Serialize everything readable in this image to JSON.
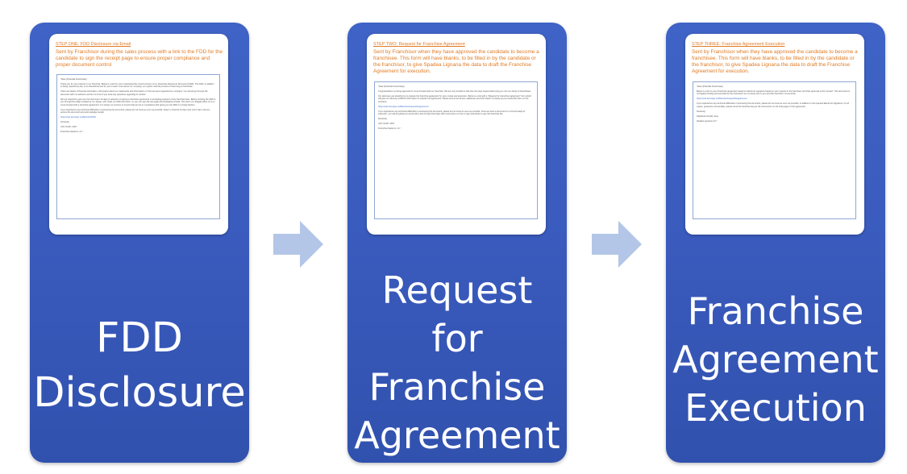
{
  "steps": [
    {
      "doc": {
        "heading": "STEP ONE: FDD Disclosure via Email",
        "description": "Sent by Franchisor during the sales process with a link to the FDD for the candidate to sign the receipt page to ensure proper compliance and proper document control",
        "email_lines": [
          "\"Dear [Potential Franchisee],",
          "Thank you for your interest in our franchise. Below is a link for you to download the current version of our Franchise Disclosure Document (FDD). The FDD, in addition to being required by law, is an educational tool for you to learn more about our company, our system and the process of becoming a franchisee.",
          "There are tables of financial information, information about our trademarks and information on how we have organized our company. You should go through the document with our advisors and let me know if you have any questions regarding its content.",
          "We are required to give you this document 14 days in advance of signing a franchise agreement or accepting payment of any franchise fees. Before sending the FDD to you through DocuSign created by our lawyer, who holds our FDD document, so you can sign the last page acknowledging receipt. This does not obligate either of us to move forward with a franchise agreement; it is simply our process to ensure that we are in compliance with giving you the FDD in a timely fashion.",
          "If you experience any technical difficulties in accessing the document, please let me know as soon as possible. Keep in mind the 14 day clock won't start until you access the document and acknowledge receipt.",
          "https://na2.docusign.net/Member/FDD",
          "Sincerely,",
          "John Smith, CEO",
          "Franchise Systems, Inc.\""
        ]
      },
      "label_lines": [
        "FDD",
        "Disclosure"
      ]
    },
    {
      "doc": {
        "heading": "STEP TWO: Request for Franchise Agreement",
        "description": "Sent by Franchisor when they have approved the candidate to become a franchisee. This form will have blanks, to be filled in by the candidate or the franchisor, to give Spadea Lignana the data to draft the Franchise Agreement for execution.",
        "email_lines": [
          "\"Dear [Potential Franchisee],",
          "Congratulations on being approved to move forward with our franchise. We are very excited to take the next step toward welcoming you into our family of franchisees.",
          "Our attorneys are standing by to prepare the franchise agreement for your review and execution. Below is a link with a \"Request for Franchise Agreement\" form which will give our attorney sufficient information to prepare the agreement. Please ensure all names, addresses and information is exactly as you would like them on the contracts.",
          "https://na2.docusign.net/Member/requestforagreement",
          "If you experience any technical difficulties in accessing the document, please let me know as soon as possible. Once we have a document in a format ready for execution, you will be getting an email with a link through DocuSign with instructions on how to sign and where to pay the franchise fee.",
          "Sincerely,",
          "John Smith, CEO",
          "Franchise Systems, Inc.\""
        ]
      },
      "label_lines": [
        "Request",
        "for",
        "Franchise",
        "Agreement"
      ]
    },
    {
      "doc": {
        "heading": "STEP THREE: Franchise Agreement Execution",
        "description": "Sent by Franchisor when they have approved the candidate to become a franchisee. This form will have blanks, to be filled in by the candidate or the franchisor, to give Spadea Lignana the data to draft the Franchise Agreement for execution.",
        "email_lines": [
          "\"Dear [Potential Franchisee],",
          "Below is a link to your Franchise Agreement ready for electronic signature based on your request to the franchisor and their approval of the contract. This document is not legally binding and executed by the Franchisor as it is being sent to you and the franchisor concurrently.",
          "https://na2.docusign.net/Member/requestforagreement",
          "If you experience any technical difficulties in accessing the document, please let me know as soon as possible. In addition to the required Electronic Signature, for all copies, guarantors and entities, please remit the franchise fee per the instructions on the final pages of the agreement.",
          "Sincerely,",
          "Stephanie Grollier, Esq.",
          "Spadea Lignana LLC\""
        ]
      },
      "label_lines": [
        "Franchise",
        "Agreement",
        "Execution"
      ]
    }
  ],
  "colors": {
    "card_blue": "#3a5bbd",
    "accent_orange": "#e07b24",
    "arrow_blue": "#b3c6e7",
    "link_blue": "#3a6fc7"
  }
}
